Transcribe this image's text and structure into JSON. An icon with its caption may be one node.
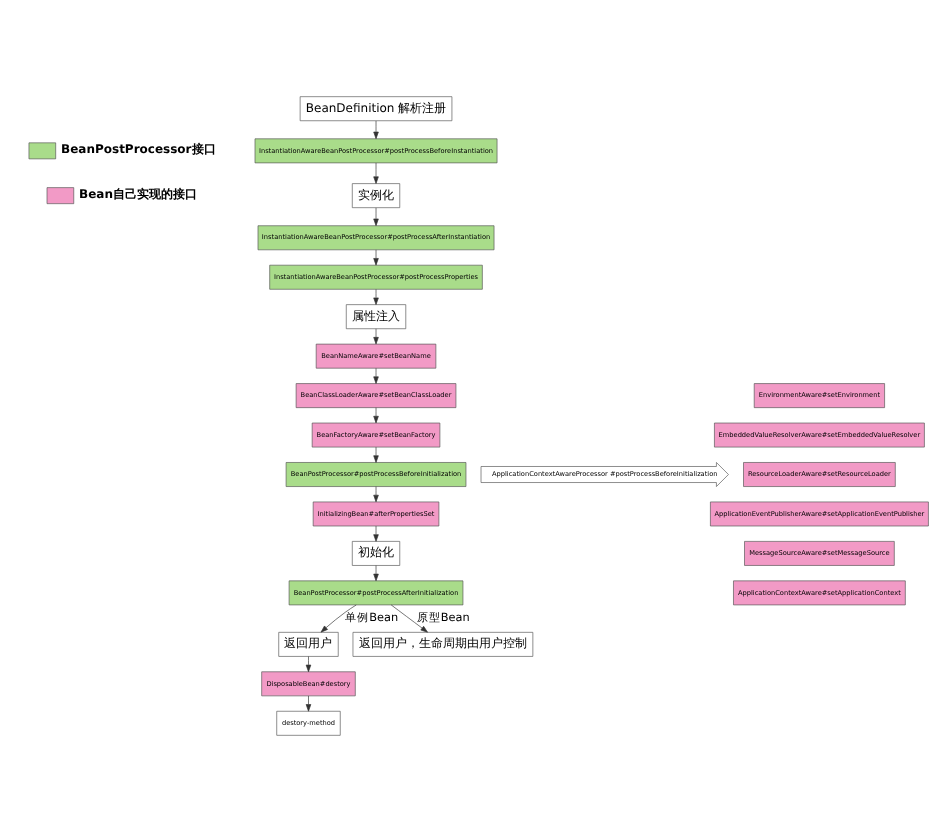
{
  "diagram": {
    "nodes": [
      {
        "text": [
          "BeanDefinition 解析注册"
        ]
      },
      {
        "text": [
          "InstantiationAwareBeanPostProcessor#postProcessBeforeInstantiation"
        ]
      },
      {
        "text": [
          "实例化"
        ]
      },
      {
        "text": [
          "InstantiationAwareBeanPostProcessor#postProcessAfterInstantiation"
        ]
      },
      {
        "text": [
          "InstantiationAwareBeanPostProcessor#postProcessProperties"
        ]
      },
      {
        "text": [
          "属性注入"
        ]
      },
      {
        "text": [
          "BeanNameAware#setBeanName"
        ]
      },
      {
        "text": [
          "BeanClassLoaderAware#setBeanClassLoader"
        ]
      },
      {
        "text": [
          "BeanFactoryAware#setBeanFactory"
        ]
      },
      {
        "text": [
          "BeanPostProcessor#postProcessBeforeInitialization"
        ]
      },
      {
        "text": [
          "ApplicationContextAwareProcessor #postProcessBeforeInitialization"
        ]
      },
      {
        "text": [
          "EnvironmentAware#setEnvironment"
        ]
      },
      {
        "text": [
          "EmbeddedValueResolverAware#setEmbeddedValueResolver"
        ]
      },
      {
        "text": [
          "ResourceLoaderAware#setResourceLoader"
        ]
      },
      {
        "text": [
          "ApplicationEventPublisherAware#setApplicationEventPublisher"
        ]
      },
      {
        "text": [
          "MessageSourceAware#setMessageSource"
        ]
      },
      {
        "text": [
          "ApplicationContextAware#setApplicationContext"
        ]
      },
      {
        "text": [
          "InitializingBean#afterPropertiesSet"
        ]
      },
      {
        "text": [
          "初始化"
        ]
      },
      {
        "text": [
          "BeanPostProcessor#postProcessAfterInitialization"
        ]
      },
      {
        "text": [
          "返回用户"
        ]
      },
      {
        "text": [
          "返回用户，生命周期由用户控制"
        ]
      },
      {
        "text": [
          "DisposableBean#destory"
        ]
      },
      {
        "text": [
          "destory-method"
        ]
      }
    ],
    "edges": [
      {
        "from": 0,
        "to": 1,
        "arrow": "to"
      },
      {
        "from": 1,
        "to": 2,
        "arrow": "to"
      },
      {
        "from": 2,
        "to": 3,
        "arrow": "to"
      },
      {
        "from": 3,
        "to": 4,
        "arrow": "to"
      },
      {
        "from": 4,
        "to": 5,
        "arrow": "to"
      },
      {
        "from": 5,
        "to": 6,
        "arrow": "to"
      },
      {
        "from": 6,
        "to": 7,
        "arrow": "to"
      },
      {
        "from": 7,
        "to": 8,
        "arrow": "to"
      },
      {
        "from": 8,
        "to": 9,
        "arrow": "to"
      },
      {
        "from": 9,
        "to": 17,
        "arrow": "to"
      },
      {
        "from": 17,
        "to": 18,
        "arrow": "to"
      },
      {
        "from": 18,
        "to": 19,
        "arrow": "to"
      },
      {
        "from": 19,
        "to": 20,
        "label": "单例Bean",
        "arrow": "to"
      },
      {
        "from": 19,
        "to": 21,
        "label": "原型Bean",
        "arrow": "to"
      },
      {
        "from": 20,
        "to": 22,
        "arrow": "to"
      },
      {
        "from": 22,
        "to": 23,
        "arrow": "to"
      }
    ],
    "legend": [
      {
        "text": "BeanPostProcessor接口",
        "color": "#a9dc8a"
      },
      {
        "text": "Bean自己实现的接口",
        "color": "#f29ac6"
      }
    ]
  }
}
